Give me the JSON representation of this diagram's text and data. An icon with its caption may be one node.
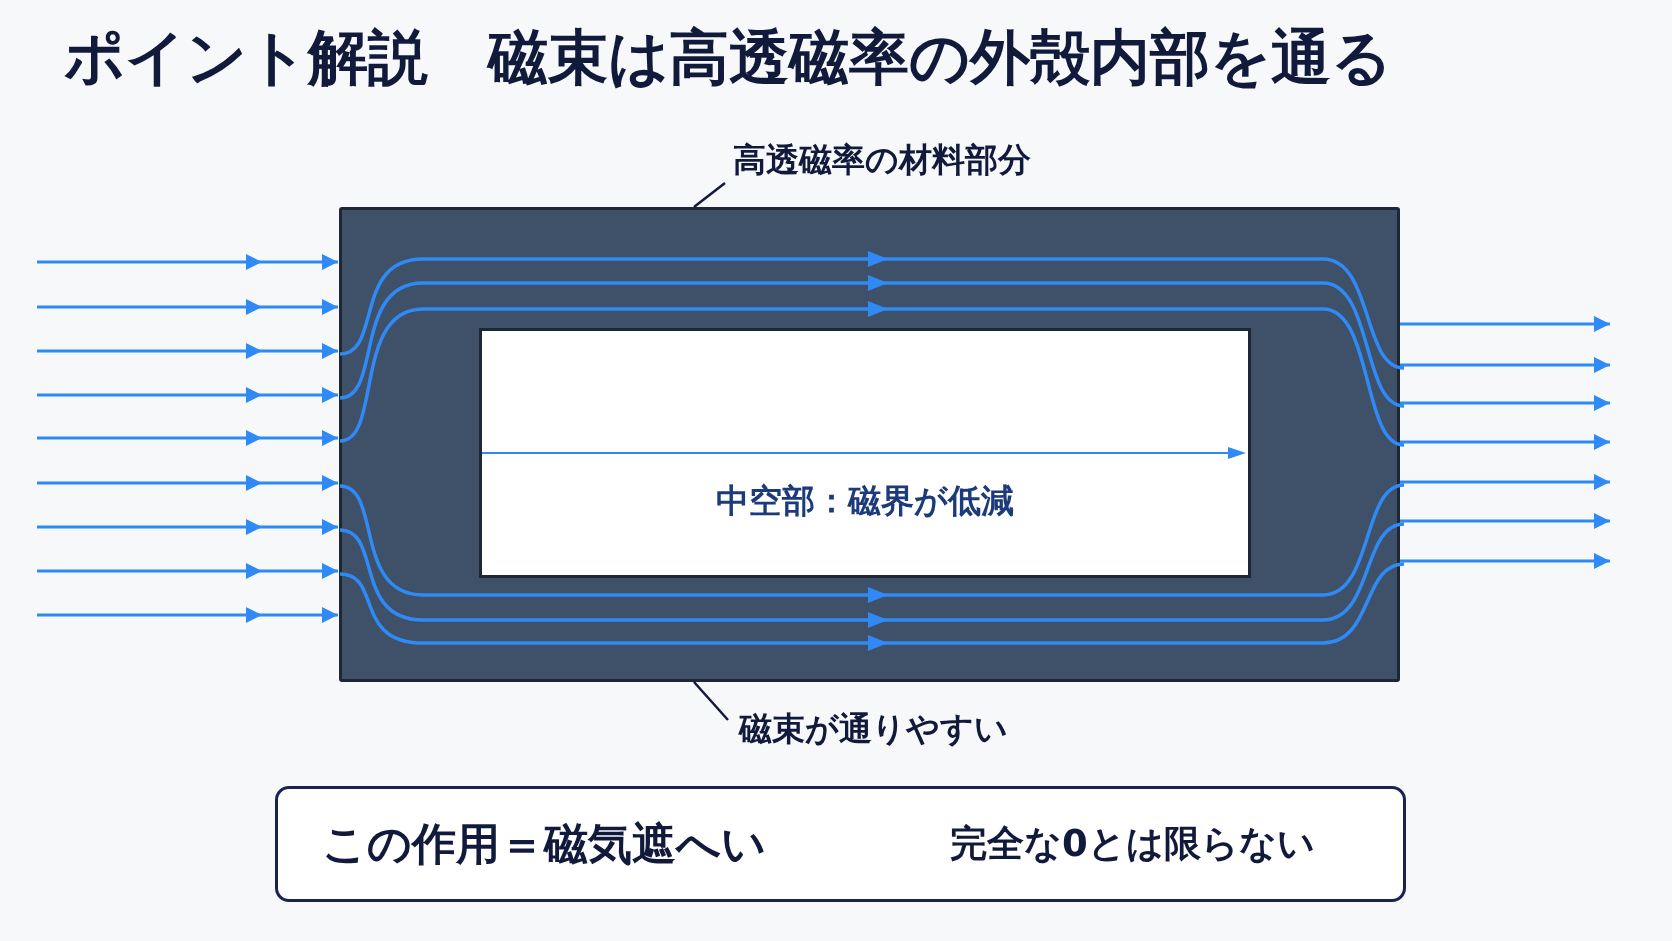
{
  "diagram": {
    "title": "ポイント解説　磁束は高透磁率の外殻内部を通る",
    "nodes": [
      {
        "text": [],
        "shape": "box"
      },
      {
        "text": [
          "中空部：磁界が低減"
        ],
        "in": 0
      },
      {
        "text": [
          "高透磁率の材料部分"
        ]
      },
      {
        "text": [
          "磁束が通りやすい"
        ]
      },
      {
        "text": [
          "この作用＝磁気遮へい",
          "完全な0とは限らない"
        ]
      }
    ],
    "edges": [
      {
        "from": 2,
        "to": 0,
        "arrow": "none",
        "color": "#121a3c"
      },
      {
        "from": 3,
        "to": 0,
        "arrow": "none",
        "color": "#121a3c"
      },
      {
        "from": null,
        "to": 0,
        "arrow": "to"
      },
      {
        "from": null,
        "to": 0,
        "arrow": "to"
      },
      {
        "from": null,
        "to": 0,
        "arrow": "to"
      },
      {
        "from": null,
        "to": 0,
        "arrow": "to"
      },
      {
        "from": null,
        "to": 0,
        "arrow": "to"
      },
      {
        "from": null,
        "to": 0,
        "arrow": "to"
      },
      {
        "from": null,
        "to": 0,
        "arrow": "to"
      },
      {
        "from": null,
        "to": 0,
        "arrow": "to"
      },
      {
        "from": null,
        "to": 0,
        "arrow": "to"
      },
      {
        "from": 0,
        "to": null,
        "arrow": "to"
      },
      {
        "from": 0,
        "to": null,
        "arrow": "to"
      },
      {
        "from": 0,
        "to": null,
        "arrow": "to"
      },
      {
        "from": 0,
        "to": null,
        "arrow": "to"
      },
      {
        "from": 0,
        "to": null,
        "arrow": "to"
      },
      {
        "from": 0,
        "to": null,
        "arrow": "to"
      },
      {
        "from": 0,
        "to": null,
        "arrow": "to"
      }
    ]
  }
}
